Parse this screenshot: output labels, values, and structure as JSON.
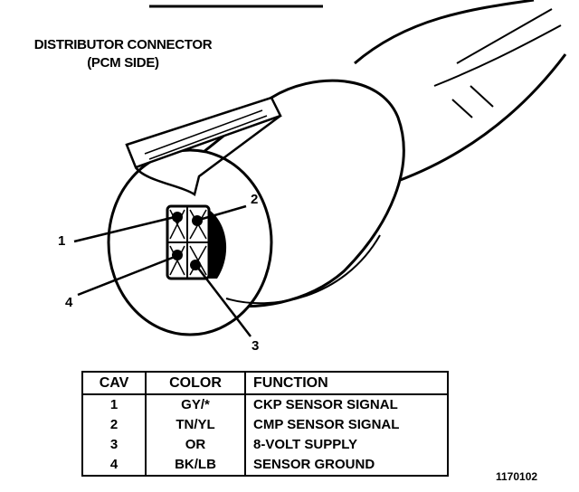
{
  "title": {
    "line1": "DISTRIBUTOR CONNECTOR",
    "line2": "(PCM SIDE)"
  },
  "callouts": [
    "1",
    "2",
    "3",
    "4"
  ],
  "table": {
    "headers": [
      "CAV",
      "COLOR",
      "FUNCTION"
    ],
    "rows": [
      {
        "cav": "1",
        "color": "GY/*",
        "function": "CKP SENSOR SIGNAL"
      },
      {
        "cav": "2",
        "color": "TN/YL",
        "function": "CMP SENSOR SIGNAL"
      },
      {
        "cav": "3",
        "color": "OR",
        "function": "8-VOLT SUPPLY"
      },
      {
        "cav": "4",
        "color": "BK/LB",
        "function": "SENSOR GROUND"
      }
    ]
  },
  "figure_id": "1170102"
}
